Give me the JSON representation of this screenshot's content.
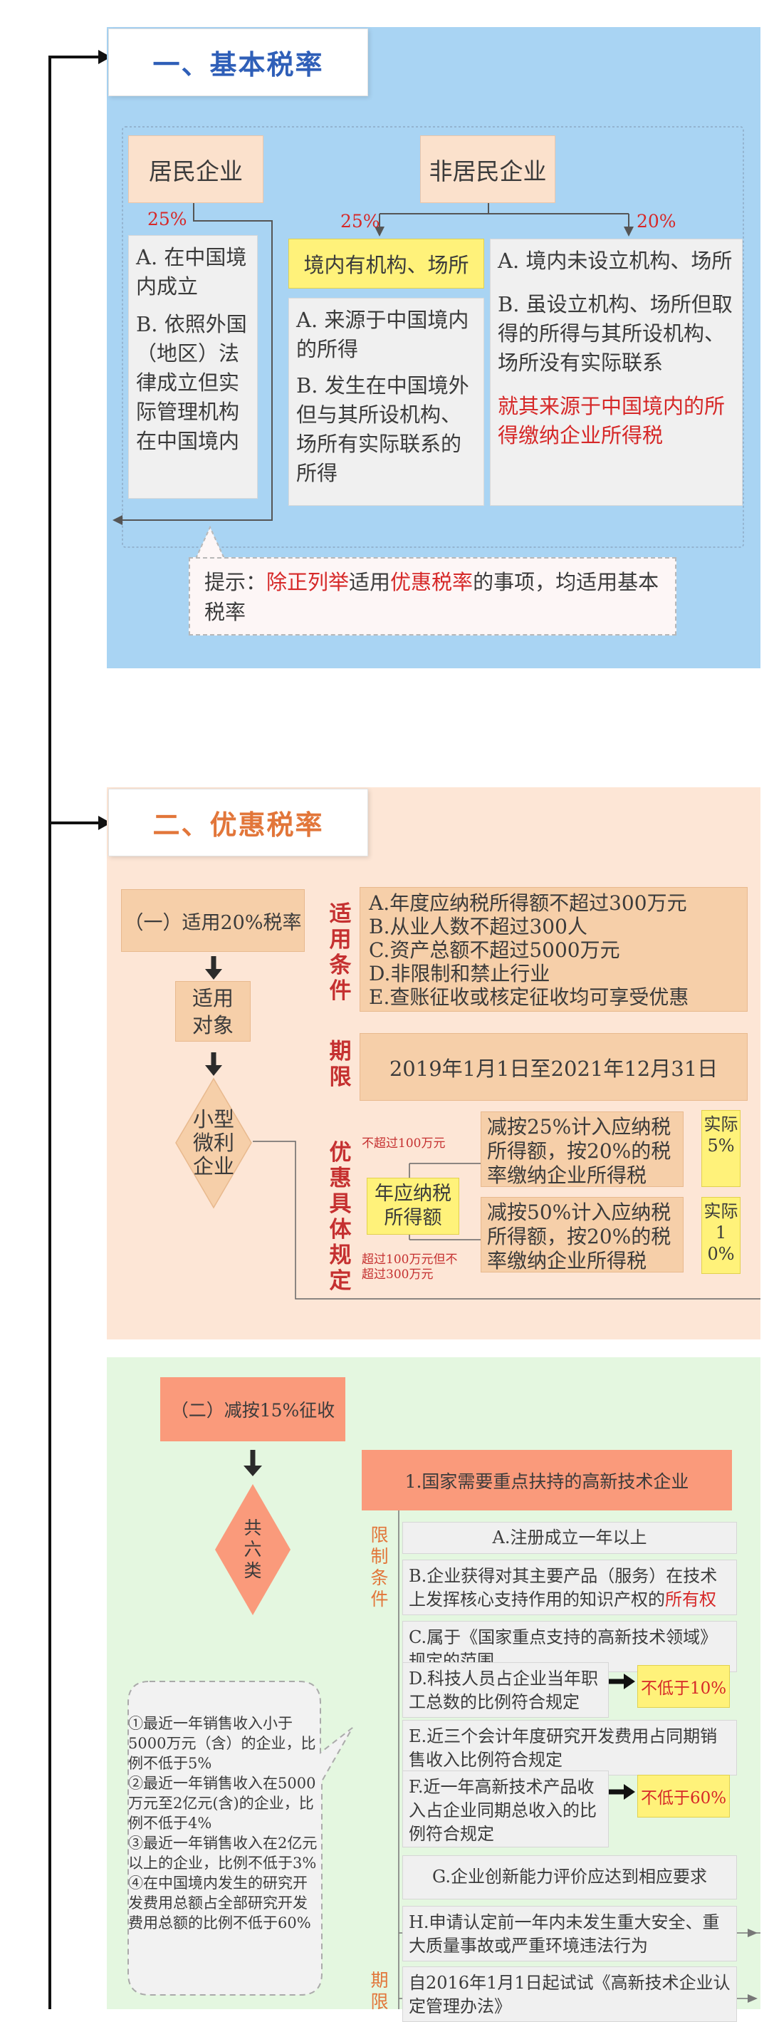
{
  "section1": {
    "title": "一、基本税率",
    "resident": "居民企业",
    "nonresident": "非居民企业",
    "pct_resident": "25%",
    "pct_nonres_a": "25%",
    "pct_nonres_b": "20%",
    "resident_items": [
      "A. 在中国境内成立",
      "B. 依照外国（地区）法律成立但实际管理机构在中国境内"
    ],
    "establishment": "境内有机构、场所",
    "est_items": [
      "A. 来源于中国境内的所得",
      "B. 发生在中国境外但与其所设机构、场所有实际联系的所得"
    ],
    "no_est_items": [
      "A. 境内未设立机构、场所",
      "B. 虽设立机构、场所但取得的所得与其所设机构、场所没有实际联系"
    ],
    "no_est_note": "就其来源于中国境内的所得缴纳企业所得税",
    "tip": {
      "p1": "提示：",
      "p2": "除正列举",
      "p3": "适用",
      "p4": "优惠税率",
      "p5": "的事项，均适用基本税率"
    }
  },
  "section2": {
    "title": "二、优惠税率",
    "sub1": "（一）适用20%税率",
    "applies_to": "适用对象",
    "small_enterprise": "小型微利企业",
    "lbl_conditions": "适用条件",
    "conditions": [
      "A.年度应纳税所得额不超过300万元",
      "B.从业人数不超过300人",
      "C.资产总额不超过5000万元",
      "D.非限制和禁止行业",
      "E.查账征收或核定征收均可享受优惠"
    ],
    "lbl_period": "期限",
    "period": "2019年1月1日至2021年12月31日",
    "lbl_rules": "优惠具体规定",
    "taxable_income": "年应纳税所得额",
    "cond_a": "不超过100万元",
    "cond_b": "超过100万元但不超过300万元",
    "rule_a": "减按25%计入应纳税所得额，按20%的税率缴纳企业所得税",
    "rule_b": "减按50%计入应纳税所得额，按20%的税率缴纳企业所得税",
    "actual_a": "实际5%",
    "actual_b": "实际10%"
  },
  "section3": {
    "sub2": "（二）减按15%征收",
    "six": "共六类",
    "tech": "1.国家需要重点扶持的高新技术企业",
    "lbl_limits": "限制条件",
    "lbl_period": "期限",
    "items": {
      "a": "A.注册成立一年以上",
      "b1": "B.企业获得对其主要产品（服务）在技术上发挥核心支持作用的知识产权的",
      "b2": "所有权",
      "c": "C.属于《国家重点支持的高新技术领域》规定的范围",
      "d": "D.科技人员占企业当年职工总数的比例符合规定",
      "d_val": "不低于10%",
      "e": "E.近三个会计年度研究开发费用占同期销售收入比例符合规定",
      "f": "F.近一年高新技术产品收入占企业同期总收入的比例符合规定",
      "f_val": "不低于60%",
      "g": "G.企业创新能力评价应达到相应要求",
      "h": "H.申请认定前一年内未发生重大安全、重大质量事故或严重环境违法行为"
    },
    "period": "自2016年1月1日起试试《高新技术企业认定管理办法》",
    "rd": [
      "①最近一年销售收入小于5000万元（含）的企业，比例不低于5%",
      "②最近一年销售收入在5000万元至2亿元(含)的企业，比例不低于4%",
      "③最近一年销售收入在2亿元以上的企业，比例不低于3%",
      "④在中国境内发生的研究开发费用总额占全部研究开发费用总额的比例不低于60%"
    ]
  }
}
